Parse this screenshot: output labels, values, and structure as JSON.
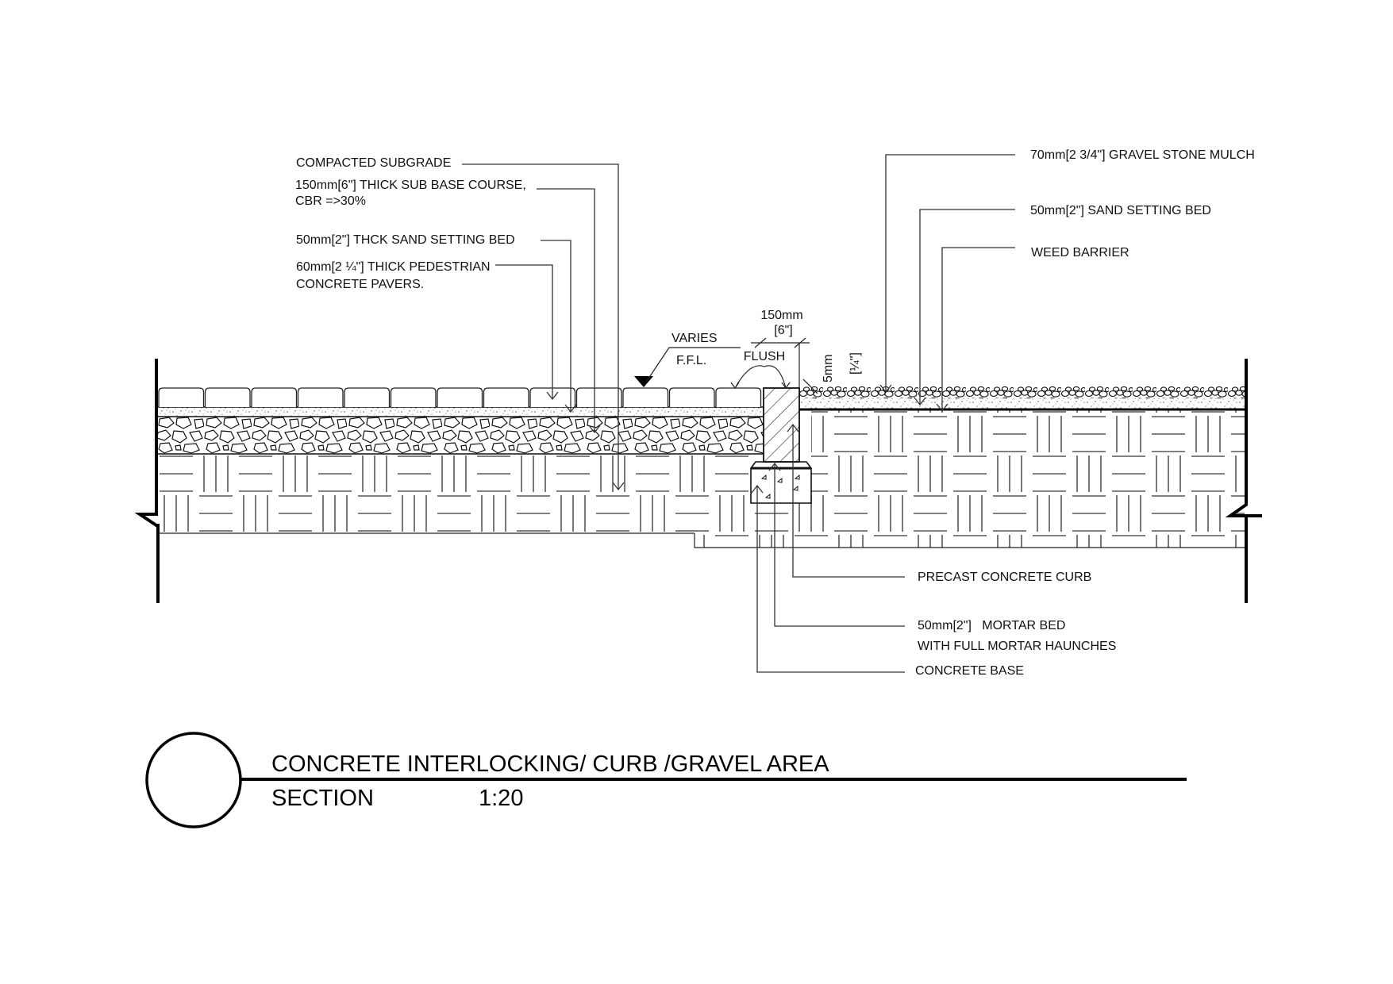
{
  "drawing": {
    "title": "CONCRETE INTERLOCKING/ CURB /GRAVEL AREA",
    "view_type": "SECTION",
    "scale": "1:20",
    "detail_bubble_number": ""
  },
  "left_callouts": [
    {
      "id": "compacted-subgrade",
      "lines": [
        "COMPACTED SUBGRADE"
      ]
    },
    {
      "id": "sub-base-course",
      "lines": [
        "150mm[6\"] THICK SUB BASE COURSE,",
        "CBR =>30%"
      ]
    },
    {
      "id": "sand-setting-bed-left",
      "lines": [
        "50mm[2\"] THCK SAND SETTING BED"
      ]
    },
    {
      "id": "pavers",
      "lines": [
        "60mm[2 ¼\"] THICK PEDESTRIAN",
        "CONCRETE PAVERS."
      ]
    }
  ],
  "right_callouts": [
    {
      "id": "gravel-mulch",
      "lines": [
        "70mm[2 3/4\"] GRAVEL STONE MULCH"
      ]
    },
    {
      "id": "sand-setting-bed-right",
      "lines": [
        "50mm[2\"] SAND SETTING BED"
      ]
    },
    {
      "id": "weed-barrier",
      "lines": [
        "WEED BARRIER"
      ]
    }
  ],
  "bottom_callouts": [
    {
      "id": "precast-curb",
      "lines": [
        "PRECAST CONCRETE CURB"
      ]
    },
    {
      "id": "mortar-bed",
      "lines": [
        "50mm[2\"]   MORTAR BED",
        "WITH FULL MORTAR HAUNCHES"
      ]
    },
    {
      "id": "concrete-base",
      "lines": [
        "CONCRETE BASE"
      ]
    }
  ],
  "level_marker": {
    "top": "VARIES",
    "bottom": "F.F.L."
  },
  "dimensions": {
    "curb_width_mm": "150mm",
    "curb_width_in": "[6\"]",
    "flush_note": "FLUSH",
    "reveal_mm": "5mm",
    "reveal_in": "[¼\"]"
  }
}
